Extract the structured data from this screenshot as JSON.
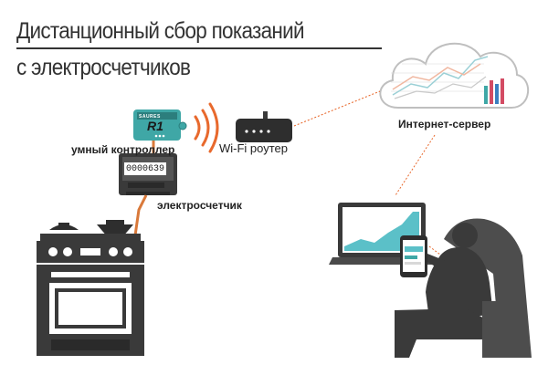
{
  "title": {
    "line1": "Дистанционный сбор показаний",
    "line2": "с электросчетчиков"
  },
  "labels": {
    "controller": "умный контроллер",
    "meter": "электросчетчик",
    "router": "Wi-Fi роутер",
    "server": "Интернет-сервер"
  },
  "meter_display": "0000639",
  "controller_brand": "SAURES",
  "controller_model": "R1",
  "colors": {
    "controller": "#3fa7a6",
    "wifi_waves": "#e8692d",
    "connection_line": "#e8692d",
    "cable": "#d9793a",
    "device_dark": "#3a3a3a",
    "chart_teal": "#5bc0c8"
  }
}
